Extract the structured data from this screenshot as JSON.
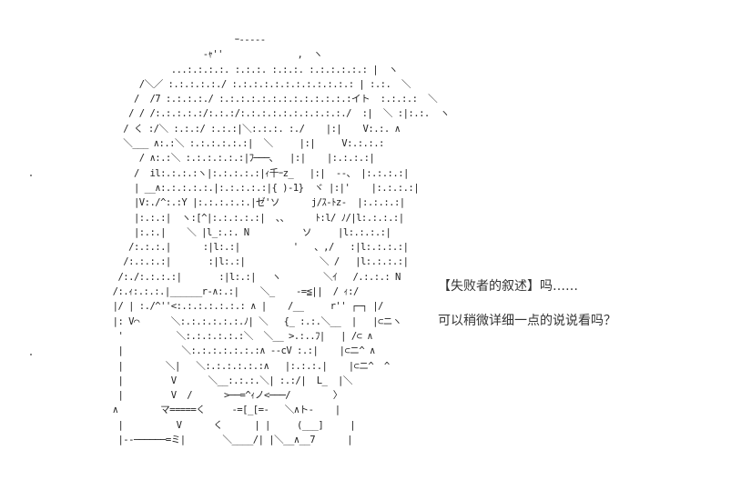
{
  "art": {
    "lines": [
      "                         ｰ----- ",
      "                   -ｬ''              ,  ヽ",
      "             ...:.:.:.:. :.:.:. :.:.:. :.:.:.:.:.: |  ヽ",
      "       /＼／ :.:.:.:.:./ :.:.:.:.:.:.:.:.:.:.:.: | :.:.  ＼",
      "      /  /7 :.:.:.:./ :.:.:.:.:.:.:.:.:.:.:.:.:イト  :.:.:.:  ＼",
      "     / / /:.:.:.:.:/:.:.:/:.:.:.:.:.:.:.:.:.:./  :|  ＼ :|:.:.  ヽ",
      "    / く :/＼ :.:.:/ :.:.:|＼:.:.:. :./    |:|    V:.:. ∧",
      "    ＼___ ∧:.:＼ :.:.:.:.:.:|  ＼     |:|     V:.:.:.:",
      "       / ∧:.:＼ :.:.:.:.:.:|ﾌ───､   |:|    |:.:.:.:|",
      "      /  il:.:.:.:ヽ|:.:.:.:.:|ｨ千ｰz_   |:|  --、 |:.:.:.:|",
      "      | __∧:.:.:.:.:.|:.:.:.:.:|{ )-1}  ヾ |:|'    |:.:.:.:|",
      "      |V:./^:.:Y |:.:.:.:.:.|ゼ'ソ      j/ｽ-ﾄz-  |:.:.:.:|",
      "      |:.:.:|  ヽ:[^|:.:.:.:.:|  、、     ﾄ:l/ ﾉ/|l:.:.:.:|",
      "      |:.:.|    ＼ |l_:.:. N          ソ     |l:.:.:.:|",
      "     /:.:.:.|      :|l:.:|          '   、,/   :|l:.:.:.:|",
      "    /:.:.:.:|       :|l:.:|              ＼ /   |l:.:.:.:|",
      "   /:./:.:.:.:|       :|l:.:|   ヽ        ＼ｲ   /.:.:.: N",
      "  /:.ｨ:.:.:.|______r-∧:.:|    ＼_    -=≦||  / ｨ:/",
      "  |/ | :./^''<:.:.:.:.:.:.: ∧ |    /__     r'' ┌─┐ |/",
      "  |: V⌒      ＼:.:.:.:.:.:.ﾉ| ＼   {_ :.:.＼__  |   |⊂ニヽ",
      "   '          ＼:.:.:.:.:.:＼  ＼__ >.:..ﾌ|   | /⊂ ∧",
      "   |           ＼:.:.:.:.:.:.:∧ --cV :.:|    |⊂ニ^ ∧",
      "   |        ＼|   ＼:.:.:.:.:.:∧   |:.:.:.|    |⊂ニ^  ^",
      "   |         V      ＼__:.:.:.＼| :.:/|  L_  |＼",
      "   |         V  /      >──=^ｨノ<───/        〉",
      "  ∧        マ=====く     -=[_[=-   ＼∧ト-    |",
      "   |          V      く      | |     (___]     |",
      "   |--──────=ミ|       ＼____/| |＼__∧__7      |"
    ]
  },
  "dialogue": {
    "line1": "【失败者的叙述】吗……",
    "line2": "可以稍微详细一点的说说看吗？"
  }
}
